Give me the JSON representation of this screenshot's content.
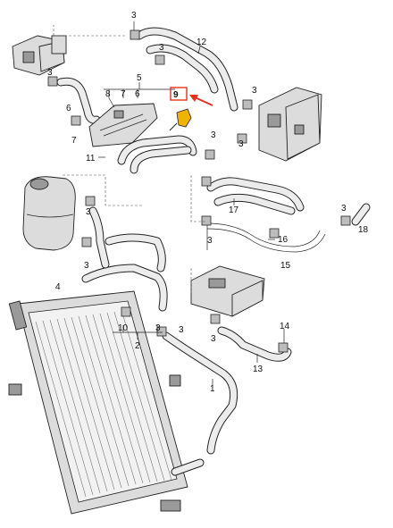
{
  "callouts": {
    "c1": "1",
    "c2": "2",
    "c3a": "3",
    "c3b": "3",
    "c3c": "3",
    "c3d": "3",
    "c3e": "3",
    "c3f": "3",
    "c3g": "3",
    "c3h": "3",
    "c3i": "3",
    "c3j": "3",
    "c3k": "3",
    "c4": "4",
    "c5": "5",
    "c6a": "6",
    "c6b": "6",
    "c7a": "7",
    "c7b": "7",
    "c8": "8",
    "c9": "9",
    "c10": "10",
    "c11": "11",
    "c12": "12",
    "c13": "13",
    "c14": "14",
    "c15": "15",
    "c16": "16",
    "c17": "17",
    "c18": "18"
  },
  "highlight": {
    "box_color": "#e53020",
    "arrow_color": "#e53020",
    "part": "9"
  },
  "colors": {
    "accent_part": "#f0b400"
  }
}
